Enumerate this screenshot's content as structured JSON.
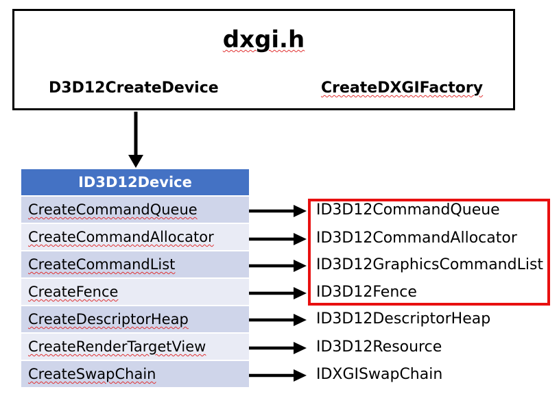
{
  "header": {
    "title": "dxgi.h",
    "functions": [
      "D3D12CreateDevice",
      "CreateDXGIFactory"
    ]
  },
  "device_table": {
    "title": "ID3D12Device",
    "methods": [
      {
        "method": "CreateCommandQueue",
        "returns": "ID3D12CommandQueue",
        "highlighted": true
      },
      {
        "method": "CreateCommandAllocator",
        "returns": "ID3D12CommandAllocator",
        "highlighted": true
      },
      {
        "method": "CreateCommandList",
        "returns": "ID3D12GraphicsCommandList",
        "highlighted": true
      },
      {
        "method": "CreateFence",
        "returns": "ID3D12Fence",
        "highlighted": true
      },
      {
        "method": "CreateDescriptorHeap",
        "returns": "ID3D12DescriptorHeap",
        "highlighted": false
      },
      {
        "method": "CreateRenderTargetView",
        "returns": "ID3D12Resource",
        "highlighted": false
      },
      {
        "method": "CreateSwapChain",
        "returns": "IDXGISwapChain",
        "highlighted": false
      }
    ]
  },
  "colors": {
    "table_header": "#4472c4",
    "row_dark": "#cfd5ea",
    "row_light": "#e9ebf5",
    "highlight_border": "#e81010"
  }
}
